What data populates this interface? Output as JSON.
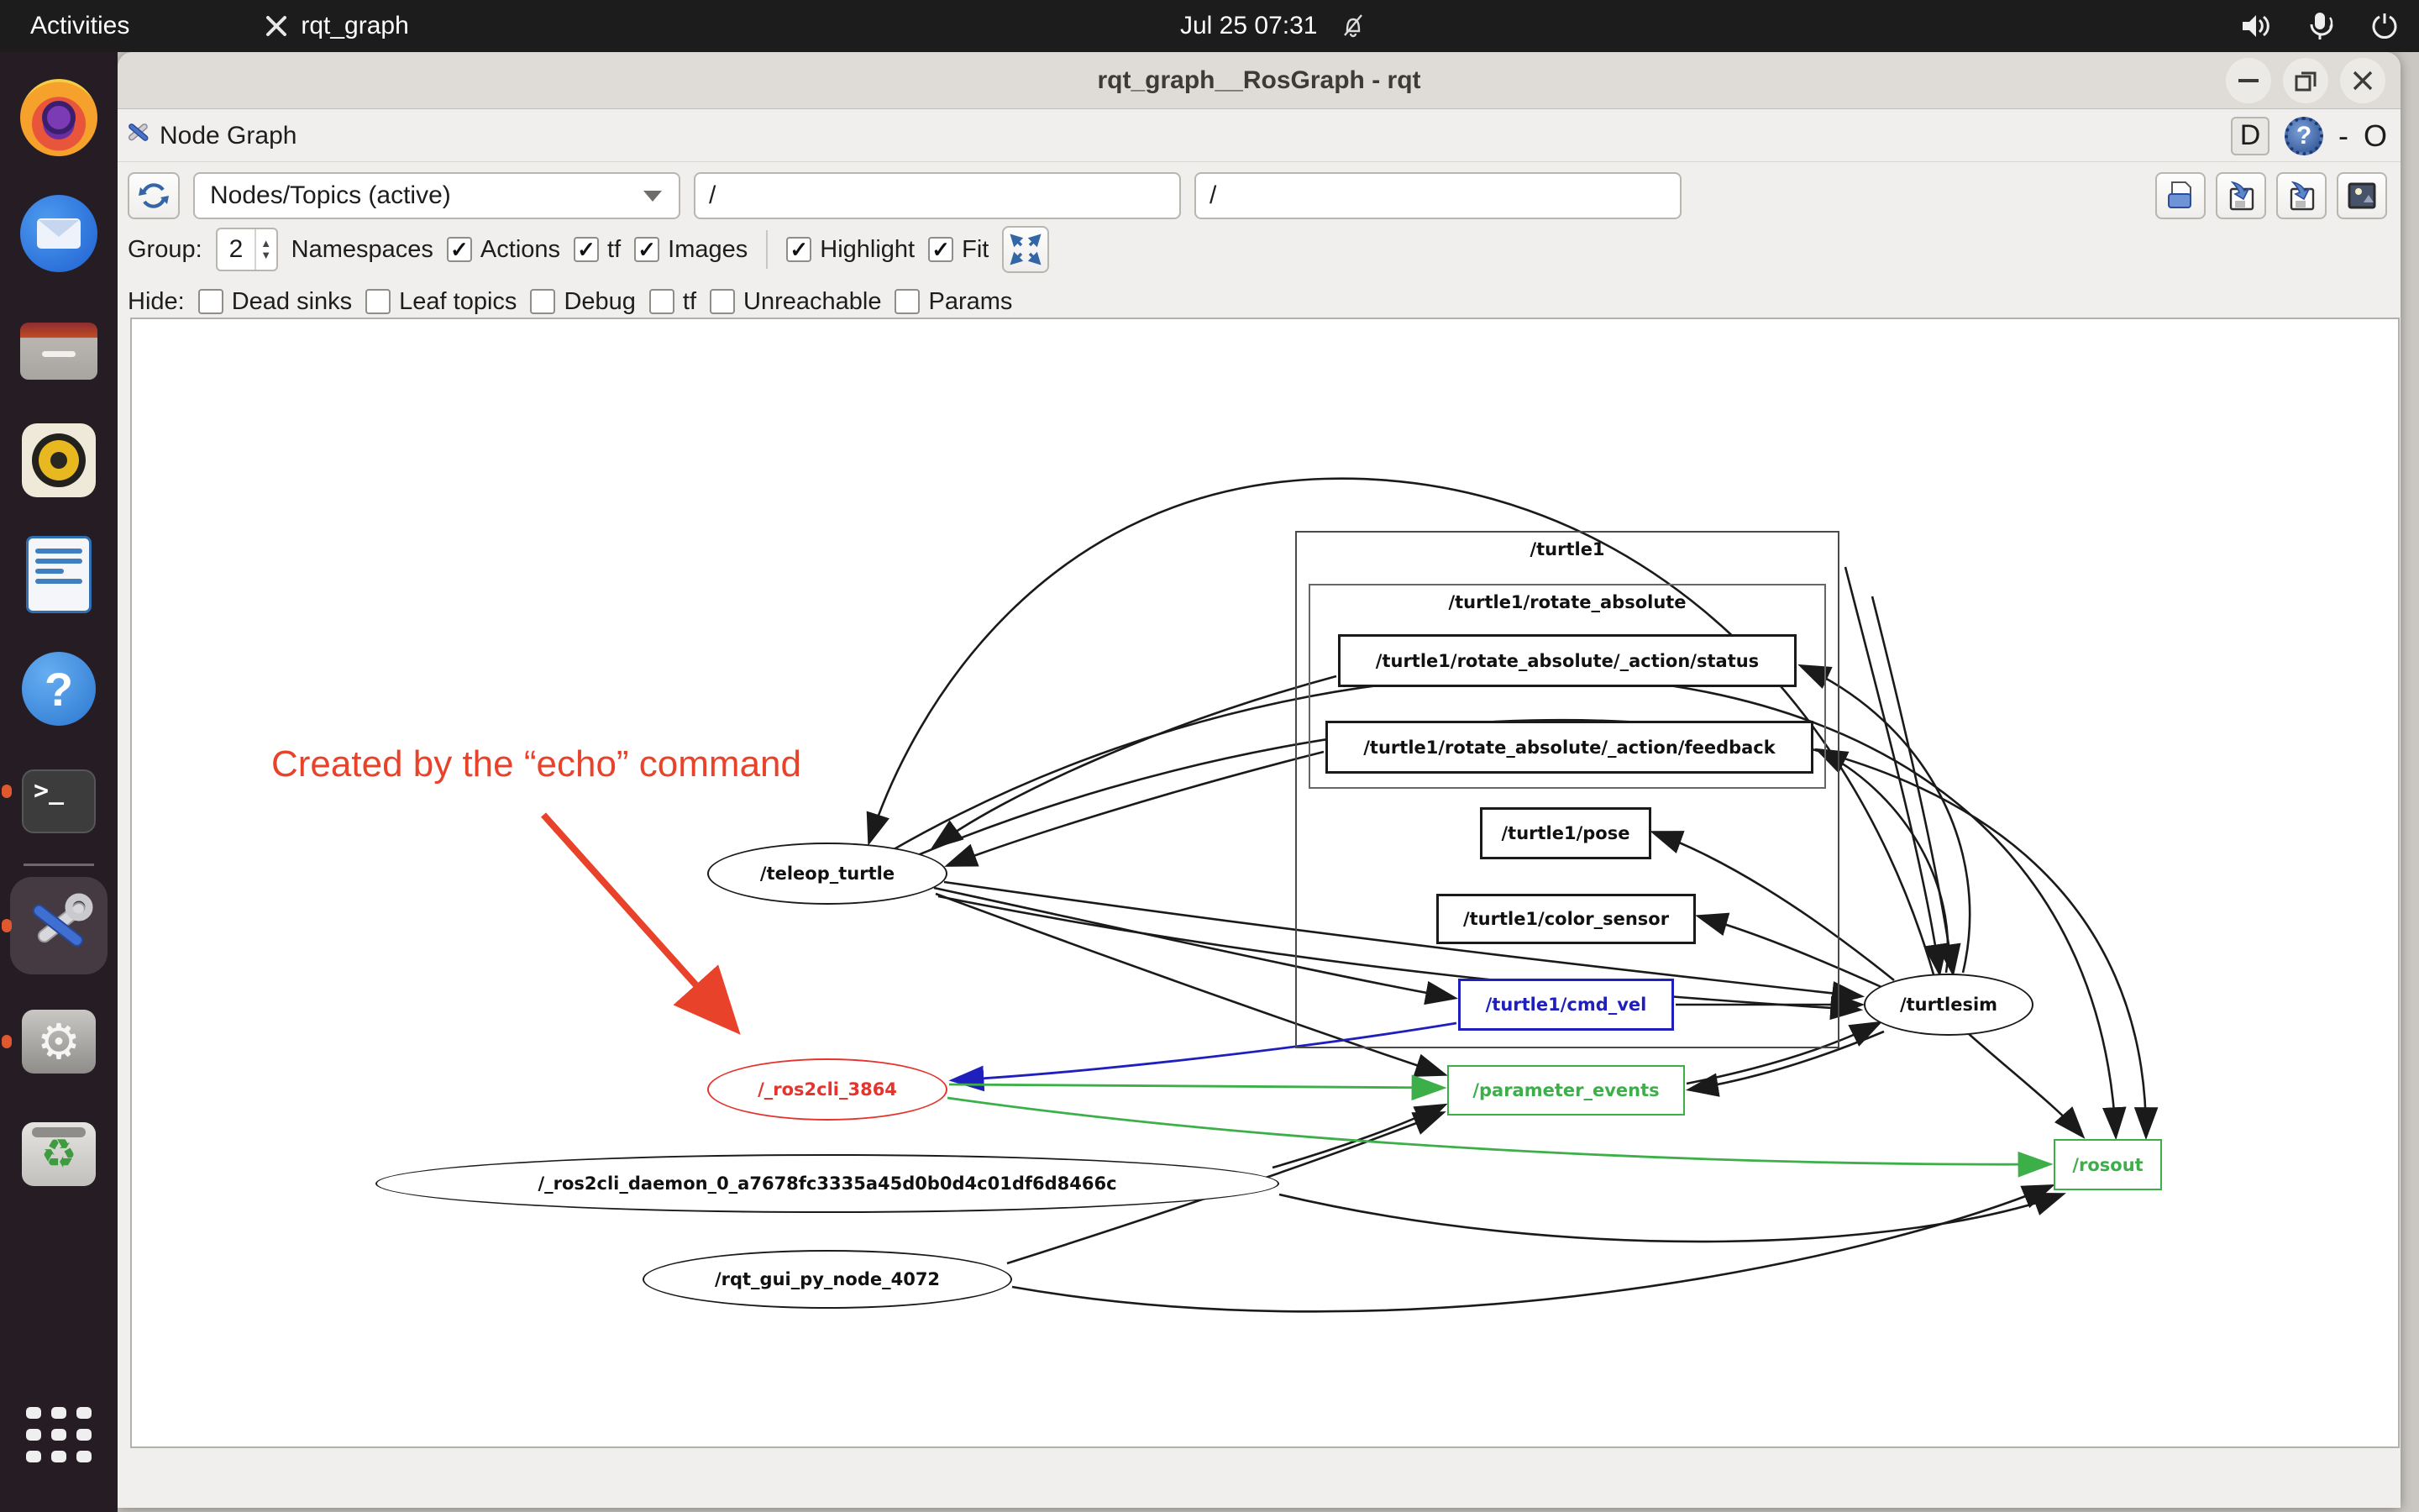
{
  "top_bar": {
    "activities": "Activities",
    "app_name": "rqt_graph",
    "clock": "Jul 25  07:31"
  },
  "window": {
    "title": "rqt_graph__RosGraph - rqt"
  },
  "plugin": {
    "title": "Node Graph",
    "dock_buttons": {
      "detach": "D",
      "help": "?",
      "minimize": "-",
      "close": "O"
    }
  },
  "toolbar": {
    "graph_type": "Nodes/Topics (active)",
    "filter1": "/",
    "filter2": "/"
  },
  "options": {
    "group_label": "Group:",
    "group_value": "2",
    "namespaces_label": "Namespaces",
    "checks": [
      {
        "label": "Actions",
        "checked": true
      },
      {
        "label": "tf",
        "checked": true
      },
      {
        "label": "Images",
        "checked": true
      },
      {
        "label": "Highlight",
        "checked": true
      },
      {
        "label": "Fit",
        "checked": true
      }
    ]
  },
  "hide": {
    "label": "Hide:",
    "items": [
      {
        "label": "Dead sinks",
        "checked": false
      },
      {
        "label": "Leaf topics",
        "checked": false
      },
      {
        "label": "Debug",
        "checked": false
      },
      {
        "label": "tf",
        "checked": false
      },
      {
        "label": "Unreachable",
        "checked": false
      },
      {
        "label": "Params",
        "checked": false
      }
    ]
  },
  "graph": {
    "annotation": "Created by the “echo” command",
    "nodes": {
      "turtle1_cluster": "/turtle1",
      "rotate_absolute_cluster": "/turtle1/rotate_absolute",
      "action_status": "/turtle1/rotate_absolute/_action/status",
      "action_feedback": "/turtle1/rotate_absolute/_action/feedback",
      "pose": "/turtle1/pose",
      "color_sensor": "/turtle1/color_sensor",
      "cmd_vel": "/turtle1/cmd_vel",
      "parameter_events": "/parameter_events",
      "rosout": "/rosout",
      "turtlesim": "/turtlesim",
      "teleop_turtle": "/teleop_turtle",
      "ros2cli": "/_ros2cli_3864",
      "ros2cli_daemon": "/_ros2cli_daemon_0_a7678fc3335a45d0b0d4c01df6d8466c",
      "rqt_gui_node": "/rqt_gui_py_node_4072"
    },
    "colors": {
      "topic_green": "#3daf49",
      "highlight_blue": "#1f1fbe",
      "echo_red": "#e5342e",
      "annotation_red": "#e8432a"
    }
  },
  "dock": {
    "items": [
      "firefox",
      "thunderbird",
      "files",
      "rhythmbox",
      "libreoffice-writer",
      "help",
      "terminal",
      "rqt",
      "settings",
      "trash",
      "app-grid"
    ]
  }
}
